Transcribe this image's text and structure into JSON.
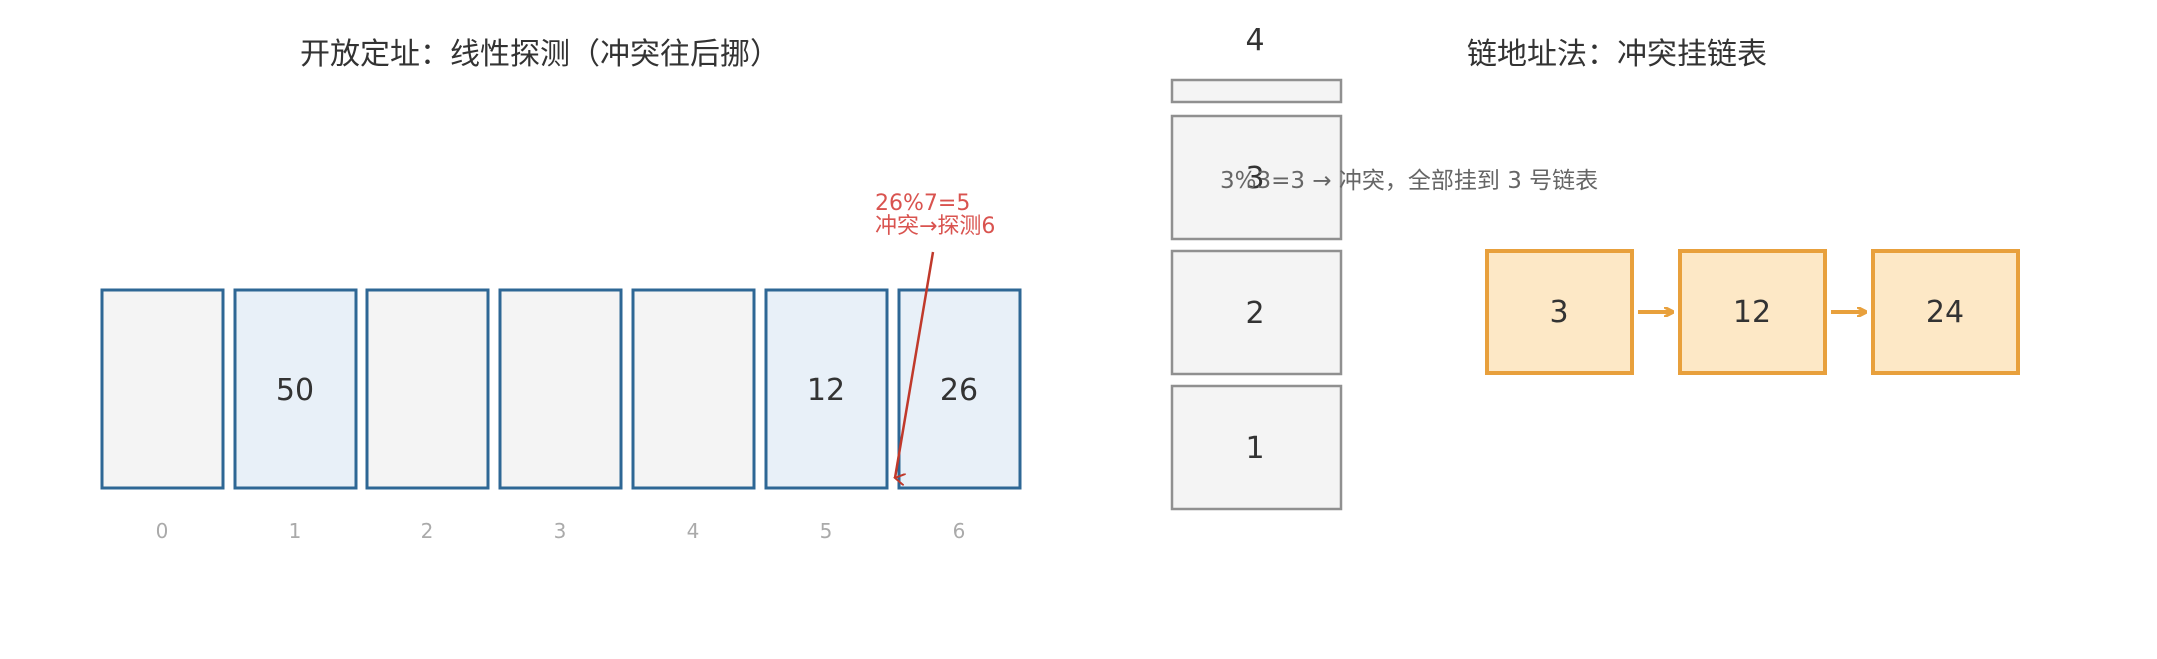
{
  "left": {
    "title": "开放定址：线性探测（冲突往后挪）",
    "slots": [
      {
        "index": "0",
        "value": ""
      },
      {
        "index": "1",
        "value": "50"
      },
      {
        "index": "2",
        "value": ""
      },
      {
        "index": "3",
        "value": ""
      },
      {
        "index": "4",
        "value": ""
      },
      {
        "index": "5",
        "value": "12"
      },
      {
        "index": "6",
        "value": "26"
      }
    ],
    "annotation": {
      "line1": "26%7=5",
      "line2": "冲突→探测6"
    },
    "colors": {
      "slot_border": "#2e6795",
      "slot_filled": "#e8f0f8",
      "slot_empty": "#f4f4f4",
      "arrow": "#c0392b"
    }
  },
  "middle": {
    "buckets": [
      "4",
      "3",
      "2",
      "1"
    ]
  },
  "right": {
    "title": "链地址法：冲突挂链表",
    "note": "3%3=3 → 冲突，全部挂到 3 号链表",
    "chain": [
      "3",
      "12",
      "24"
    ],
    "colors": {
      "node_fill": "#fde8c6",
      "node_border": "#e8a03c",
      "arrow": "#e8a03c"
    }
  }
}
